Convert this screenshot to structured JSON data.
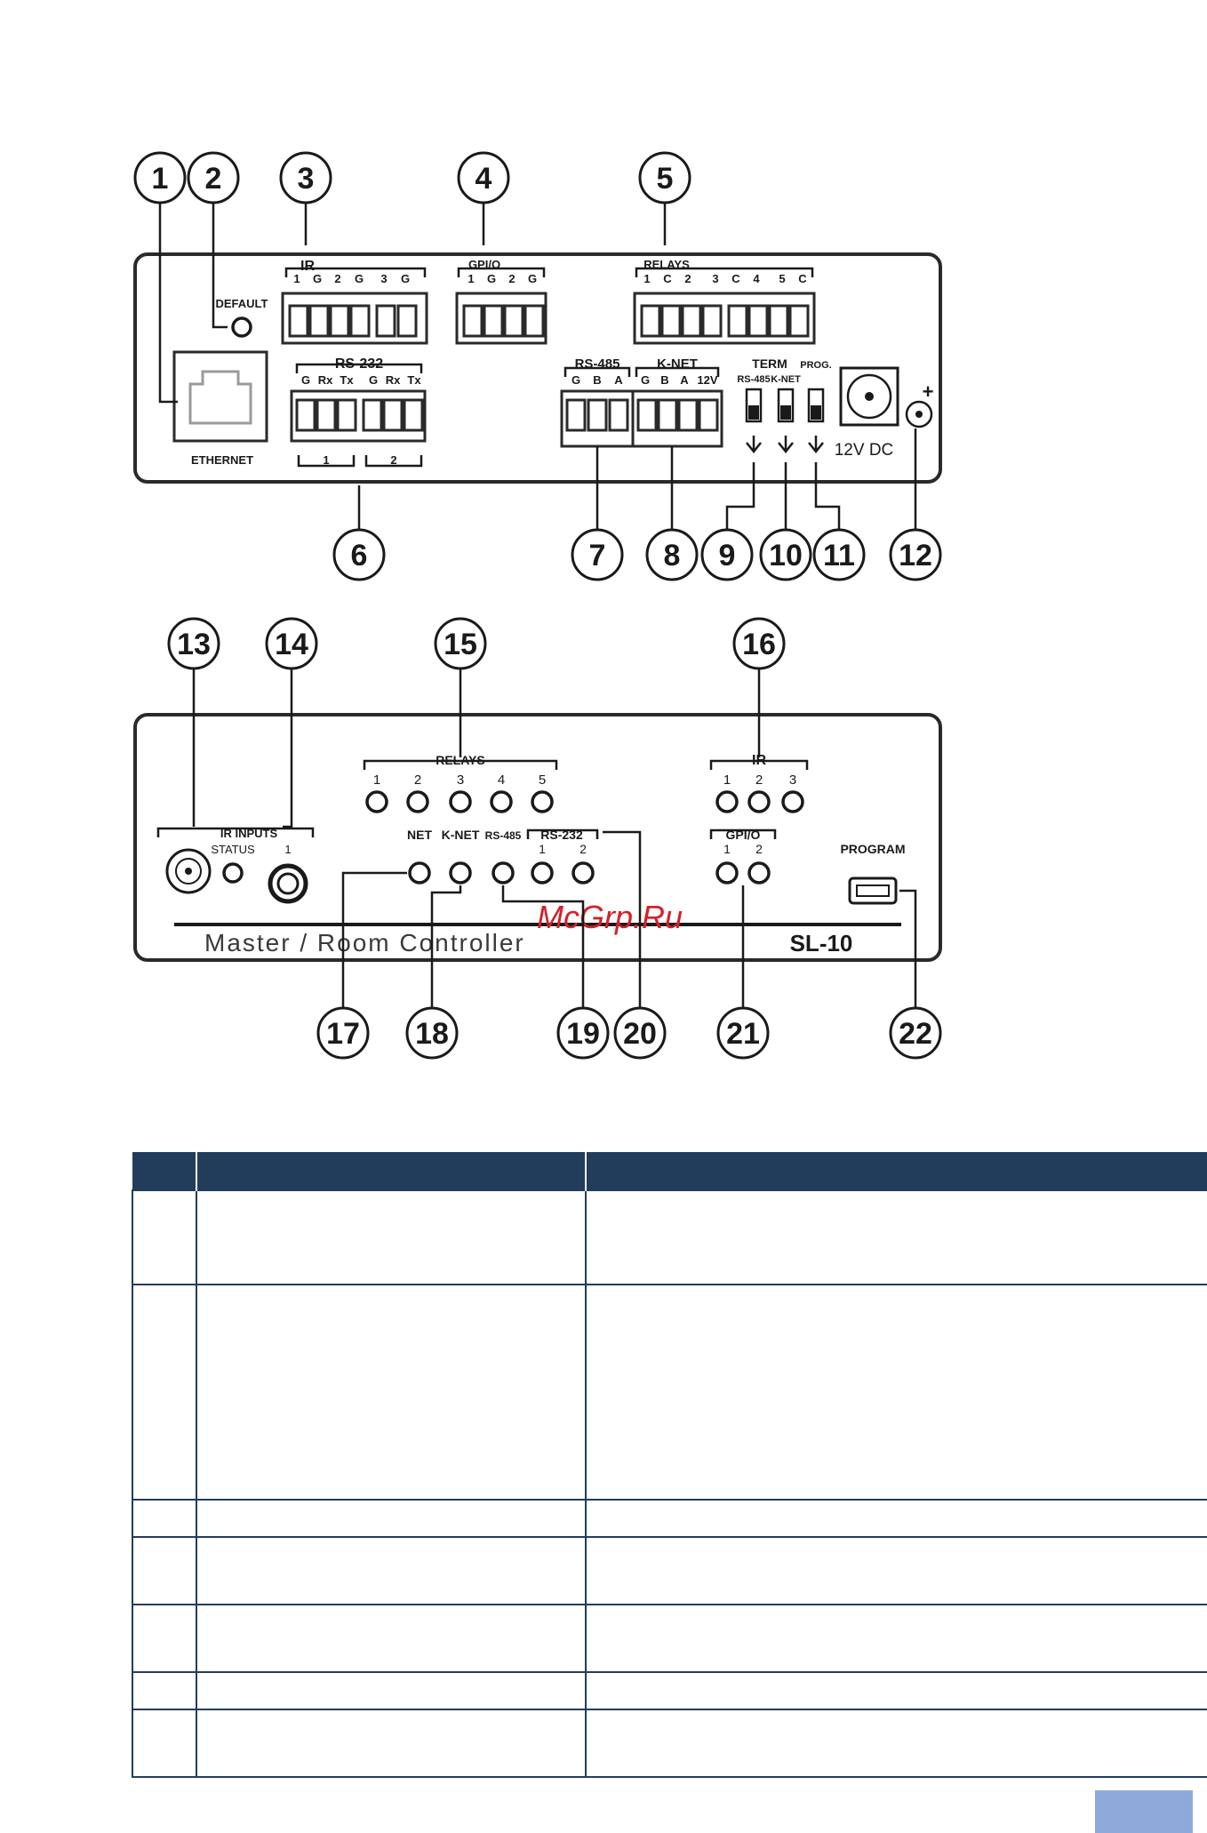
{
  "callouts": {
    "n1": "1",
    "n2": "2",
    "n3": "3",
    "n4": "4",
    "n5": "5",
    "n6": "6",
    "n7": "7",
    "n8": "8",
    "n9": "9",
    "n10": "10",
    "n11": "11",
    "n12": "12",
    "n13": "13",
    "n14": "14",
    "n15": "15",
    "n16": "16",
    "n17": "17",
    "n18": "18",
    "n19": "19",
    "n20": "20",
    "n21": "21",
    "n22": "22"
  },
  "rear_panel": {
    "default": "DEFAULT",
    "ir": {
      "title": "IR",
      "pins": [
        "1",
        "G",
        "2",
        "G",
        "3",
        "G"
      ]
    },
    "gpio": {
      "title": "GPI/O",
      "pins": [
        "1",
        "G",
        "2",
        "G"
      ]
    },
    "relays": {
      "title": "RELAYS",
      "pins": [
        "1",
        "C",
        "2",
        "3",
        "C",
        "4",
        "5",
        "C"
      ]
    },
    "ethernet": "ETHERNET",
    "rs232": {
      "title": "RS-232",
      "pins": [
        "G",
        "Rx",
        "Tx",
        "G",
        "Rx",
        "Tx"
      ],
      "ports": [
        "1",
        "2"
      ]
    },
    "rs485": {
      "title": "RS-485",
      "pins": [
        "G",
        "B",
        "A"
      ]
    },
    "knet": {
      "title": "K-NET",
      "pins": [
        "G",
        "B",
        "A",
        "12V"
      ]
    },
    "term": {
      "title": "TERM",
      "rs485": "RS-485",
      "knet": "K-NET"
    },
    "prog": "PROG.",
    "power": "12V DC",
    "plus": "+"
  },
  "front_panel": {
    "relays": {
      "title": "RELAYS",
      "nums": [
        "1",
        "2",
        "3",
        "4",
        "5"
      ]
    },
    "ir": {
      "title": "IR",
      "nums": [
        "1",
        "2",
        "3"
      ]
    },
    "ir_inputs": {
      "title": "IR INPUTS",
      "status": "STATUS",
      "one": "1"
    },
    "net": "NET",
    "knet": "K-NET",
    "rs485": "RS-485",
    "rs232": {
      "title": "RS-232",
      "nums": [
        "1",
        "2"
      ]
    },
    "gpio": {
      "title": "GPI/O",
      "nums": [
        "1",
        "2"
      ]
    },
    "program": "PROGRAM",
    "model_desc": "Master / Room Controller",
    "model": "SL-10"
  },
  "watermark": "McGrp.Ru",
  "colors": {
    "table_header": "#223d5c",
    "page_tab": "#8eaadb",
    "watermark": "#d4202a"
  }
}
